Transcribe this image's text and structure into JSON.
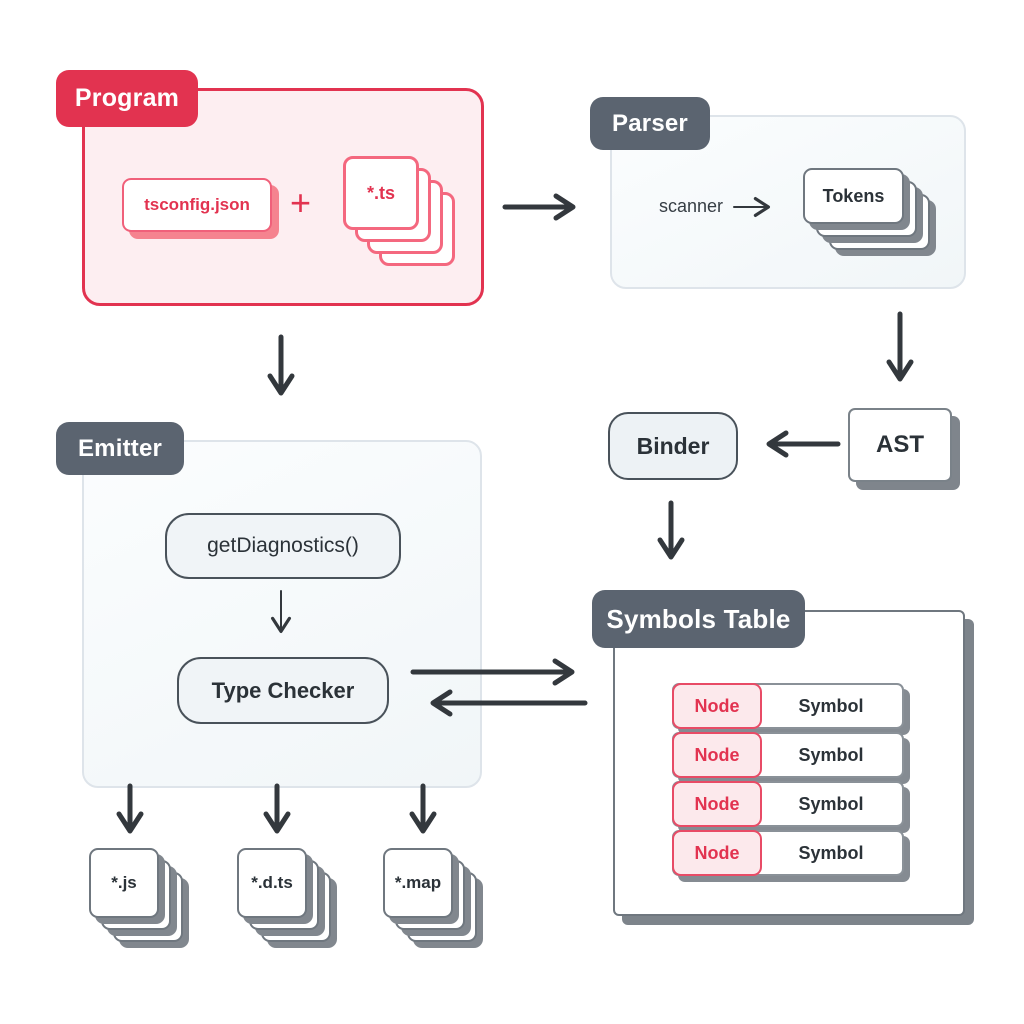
{
  "colors": {
    "accent_red": "#E23350",
    "pink_fill": "#FDEEF1",
    "pink_border": "#F4687F",
    "chip_gray": "#5B6470",
    "panel_border": "#DEE4EA",
    "arrow": "#33383D",
    "gray_card_border": "#6F777F",
    "gray_shadow": "#81878E",
    "text_dark": "#2B3238"
  },
  "program": {
    "label": "Program",
    "config_file": "tsconfig.json",
    "plus": "+",
    "source_files": "*.ts"
  },
  "parser": {
    "label": "Parser",
    "scanner": "scanner",
    "tokens": "Tokens"
  },
  "ast": {
    "label": "AST"
  },
  "binder": {
    "label": "Binder"
  },
  "symbols_table": {
    "label": "Symbols Table",
    "rows": [
      {
        "node": "Node",
        "symbol": "Symbol"
      },
      {
        "node": "Node",
        "symbol": "Symbol"
      },
      {
        "node": "Node",
        "symbol": "Symbol"
      },
      {
        "node": "Node",
        "symbol": "Symbol"
      }
    ]
  },
  "emitter": {
    "label": "Emitter",
    "get_diagnostics": "getDiagnostics()",
    "type_checker": "Type Checker"
  },
  "outputs": [
    {
      "label": "*.js"
    },
    {
      "label": "*.d.ts"
    },
    {
      "label": "*.map"
    }
  ]
}
